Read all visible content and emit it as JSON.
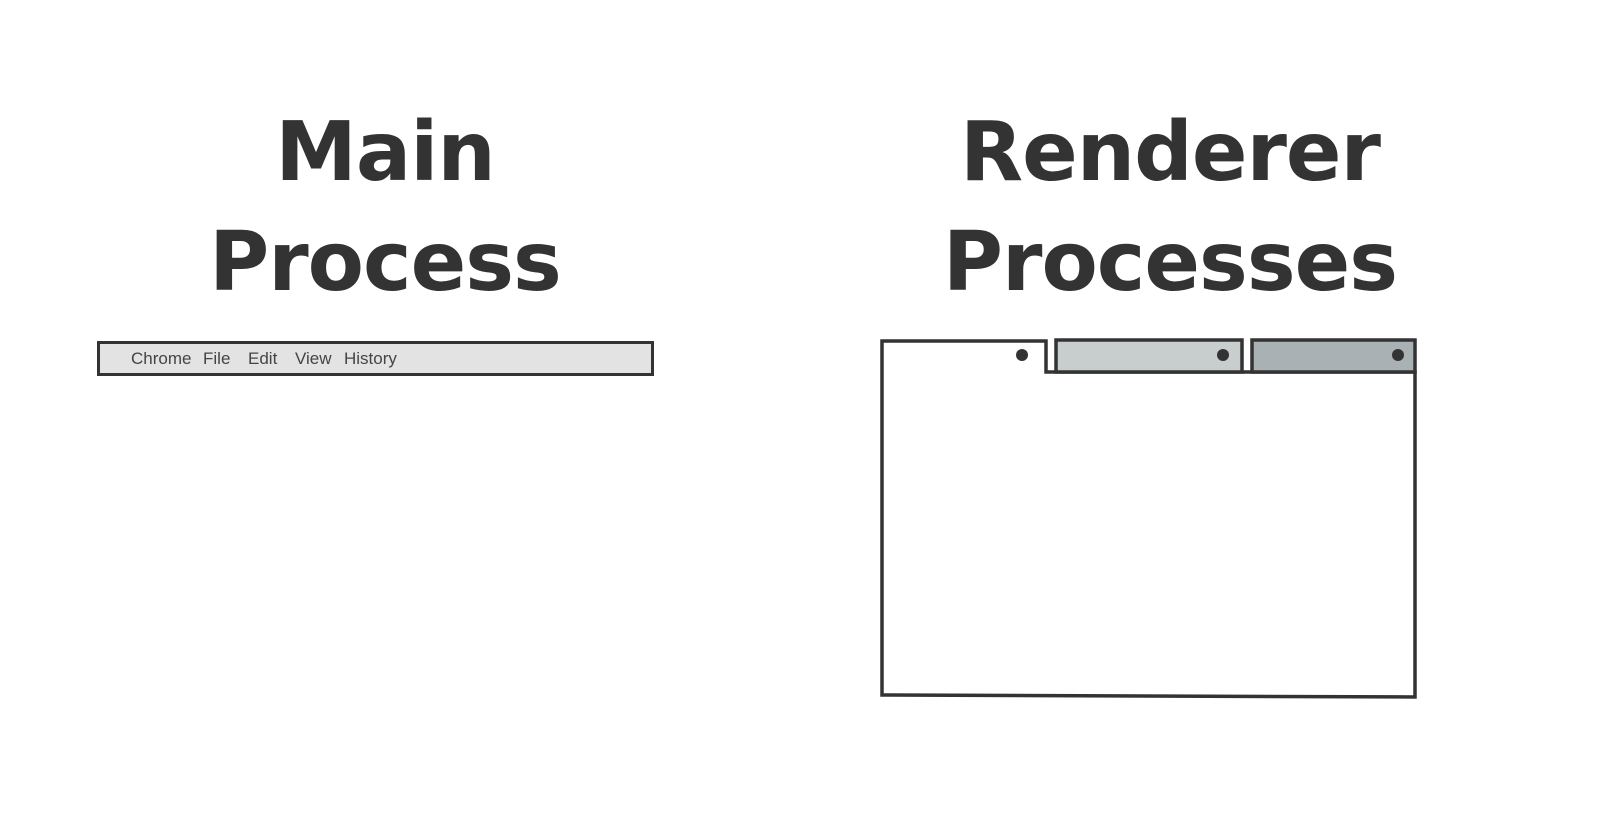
{
  "main": {
    "heading_line1": "Main",
    "heading_line2": "Process",
    "menu": [
      "Chrome",
      "File",
      "Edit",
      "View",
      "History"
    ]
  },
  "renderer": {
    "heading_line1": "Renderer",
    "heading_line2": "Processes",
    "tabs": [
      {
        "fill": "#ffffff",
        "state": "active"
      },
      {
        "fill": "#c8cdcd",
        "state": "inactive"
      },
      {
        "fill": "#a9b1b5",
        "state": "inactive"
      }
    ]
  },
  "colors": {
    "ink": "#333333",
    "menubar_bg": "#e3e3e3",
    "background": "#ffffff"
  }
}
